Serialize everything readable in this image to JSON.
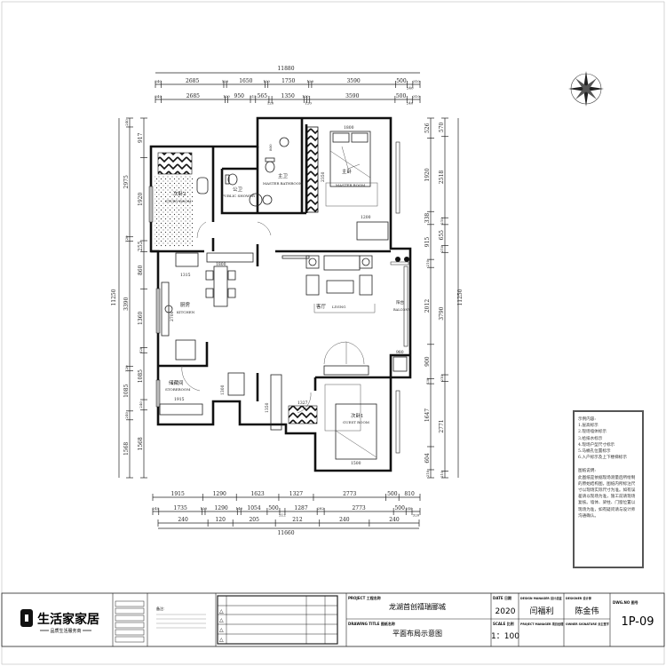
{
  "plan": {
    "overall_width_top": "11880",
    "overall_width_bottom": "11660",
    "overall_height_left": "11250",
    "overall_height_right": "11250",
    "dims_top": [
      [
        "240",
        "2685",
        "120",
        "1650",
        "120",
        "1750",
        "120",
        "3590",
        "500",
        "240",
        "310"
      ],
      [
        "240",
        "2685",
        "120",
        "950",
        "215",
        "565",
        "120",
        "1350",
        "120",
        "120",
        "3590",
        "500",
        "240",
        "310"
      ]
    ],
    "dims_bottom": [
      [
        "1915",
        "1290",
        "1623",
        "1327",
        "2773",
        "500",
        "810"
      ],
      [
        "240",
        "1735",
        "120",
        "1290",
        "140",
        "1054",
        "500",
        "212",
        "1287",
        "282",
        "2773",
        "500",
        "240",
        "320"
      ],
      [
        "240",
        "120",
        "205",
        "212",
        "240",
        "240"
      ]
    ],
    "dims_left": [
      [
        "240",
        "2975",
        "120",
        "3390",
        "120",
        "1085",
        "240",
        "1568"
      ],
      [
        "917",
        "1920",
        "255",
        "860",
        "1360",
        "120",
        "1085",
        "240",
        "1568"
      ]
    ],
    "dims_right": [
      [
        "526",
        "1920",
        "338",
        "915",
        "210",
        "2012",
        "900",
        "130",
        "1647",
        "604",
        "210"
      ],
      [
        "570",
        "2518",
        "210",
        "655",
        "210",
        "3790",
        "210",
        "2771",
        "210"
      ]
    ],
    "rooms": {
      "master_cn": "主卧",
      "master_en": "MASTER ROOM",
      "master_bath_cn": "主卫",
      "master_bath_en": "MASTER BATHROOM",
      "public_bath_cn": "公卫",
      "public_bath_en": "PUBLIC SHOWER",
      "study_cn": "次卧2",
      "study_en": "STUDY ROOM",
      "kitchen_cn": "厨房",
      "kitchen_en": "KITCHEN",
      "store_cn": "储藏间",
      "store_en": "STOREROOM",
      "living_cn": "客厅",
      "living_en": "LIVING",
      "balcony_cn": "阳台",
      "balcony_en": "BALCONY",
      "guest_cn": "次卧1",
      "guest_en": "GUEST ROOM"
    },
    "inner_dims": {
      "master_bed": "1800",
      "master_wardrobe": "2350",
      "master_tv": "1200",
      "kitchen_counter": "1315",
      "kitchen_len": "2700",
      "dining": "1800",
      "store_w": "1915",
      "store_h": "1300",
      "guest_bed": "1500",
      "guest_wardrobe": "1327",
      "guest_side": "1350",
      "balcony": "980",
      "balcony_h": "600",
      "hall": "1300",
      "bath_w": "800"
    }
  },
  "legend": {
    "title": "示例内容:",
    "items": [
      "1.层高标示",
      "2.现场墙体标示",
      "3.给排水标示",
      "4.现场户型尺寸标示",
      "5.马桶孔位置标示",
      "6.入户标示及上下楼梯标示"
    ],
    "notes_title": "图纸说明:",
    "notes": "此图纸是依据现场测量后所绘制的原始结构图，图纸内所标注尺寸以现场实际尺寸为准。如有误差请以现场为准，施工前请现场复核。墙体、梁柱、门窗位置以现场为准，如有疑问请与设计师沟通确认。"
  },
  "title_block": {
    "brand": "生活家家居",
    "tagline": "品质生活服务商",
    "notes_label": "备注:",
    "project_label": "PROJECT 工程名称",
    "project": "龙湖首创禧瑞郦城",
    "drawing_title_label": "DRAWING TITLE 图纸名称",
    "drawing_title": "平面布局示意图",
    "date_label": "DATE 日期",
    "date": "2020",
    "scale_label": "SCALE 比例",
    "scale": "1：100",
    "design_manager_label": "DESIGN MANAGER 设计总监",
    "design_manager": "闫福利",
    "project_manager_label": "PROJECT MANAGER 项目经理",
    "designer_label": "DESIGNER 设计师",
    "designer": "陈金伟",
    "owner_signature_label": "OWNER SIGNATURE 业主签字",
    "dwg_no_label": "DWG.NO 图号",
    "dwg_no": "1P-09",
    "revision_marks": [
      "△",
      "△",
      "△",
      "△"
    ]
  }
}
